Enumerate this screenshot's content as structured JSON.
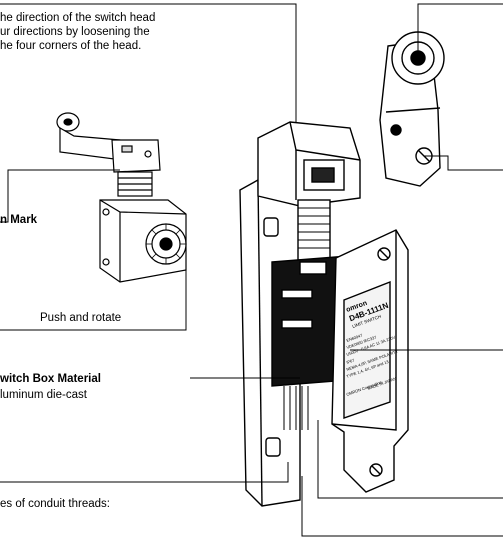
{
  "annotations": {
    "head_direction_line1": "he direction of the switch head",
    "head_direction_line2": "ur directions by loosening the",
    "head_direction_line3": "he four corners of the head.",
    "mark_label": "n Mark",
    "push_rotate": "Push and rotate",
    "box_material_title": "witch Box Material",
    "box_material_value": "luminum die-cast",
    "conduit_threads": "es of conduit threads:"
  },
  "nameplate": {
    "brand": "omron",
    "model": "D4B-1111N",
    "type": "LIMIT SWITCH",
    "spec1": "EN60947",
    "spec2": "VDE0660 IEC337",
    "spec3": "U500V~  0.6A AC 11  3A 230V",
    "spec4": "IP67",
    "spec5": "NEMA 4,6P, SAME POLARITY",
    "spec6": "TYPE 1,4, 4X, 6P and 13",
    "maker": "OMRON Corporation",
    "origin": "MADE IN JAPAN"
  },
  "colors": {
    "line": "#000000",
    "background": "#ffffff"
  }
}
